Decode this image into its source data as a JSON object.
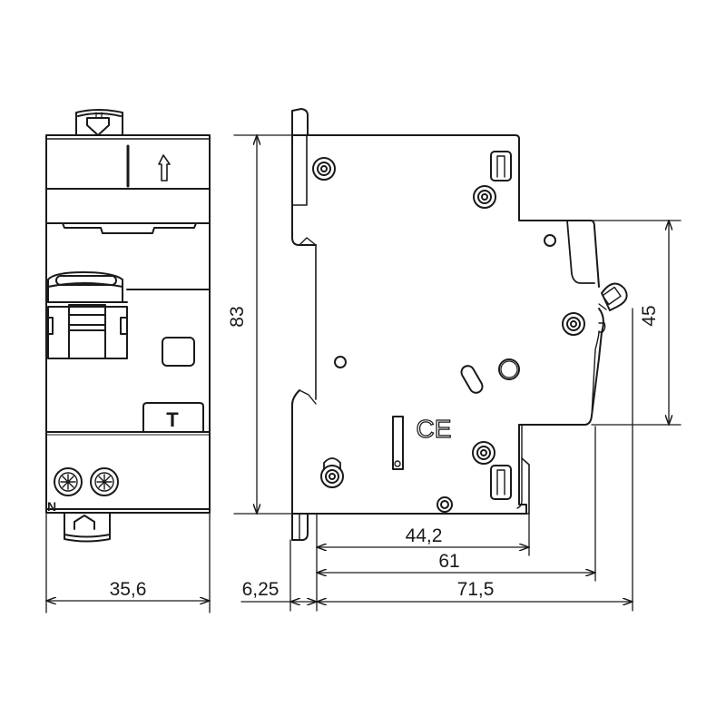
{
  "diagram": {
    "type": "technical-dimension-drawing",
    "subject": "modular circuit breaker (front and side views)",
    "line_color": "#1a1a1a",
    "background": "#ffffff",
    "front_view": {
      "markings": {
        "arrow_glyph": "↑",
        "test_button_label": "T",
        "neutral_label": "N"
      },
      "dimensions": {
        "width": "35,6"
      }
    },
    "side_view": {
      "markings": {
        "ce_mark": "CE"
      },
      "dimensions": {
        "height": "83",
        "front_height": "45",
        "rail_offset": "6,25",
        "depth_1": "44,2",
        "depth_2": "61",
        "depth_total": "71,5"
      }
    }
  }
}
